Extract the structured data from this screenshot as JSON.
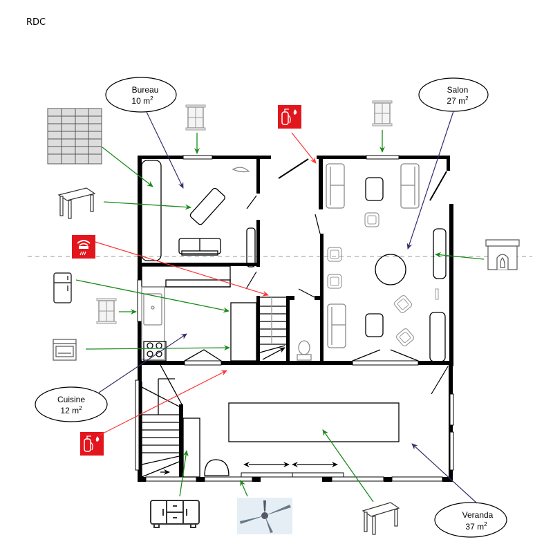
{
  "floor": {
    "title": "RDC"
  },
  "rooms": [
    {
      "id": "bureau",
      "name": "Bureau",
      "area": "10",
      "unit": "m",
      "exp": "2"
    },
    {
      "id": "salon",
      "name": "Salon",
      "area": "27",
      "unit": "m",
      "exp": "2"
    },
    {
      "id": "cuisine",
      "name": "Cuisine",
      "area": "12",
      "unit": "m",
      "exp": "2"
    },
    {
      "id": "veranda",
      "name": "Veranda",
      "area": "37",
      "unit": "m",
      "exp": "2"
    }
  ],
  "legend_items": [
    {
      "icon": "bookshelf-icon",
      "target": "bureau"
    },
    {
      "icon": "table-icon",
      "target": "bureau"
    },
    {
      "icon": "window-icon",
      "target": "bureau"
    },
    {
      "icon": "fire-extinguisher-icon",
      "target": "salon"
    },
    {
      "icon": "window-icon",
      "target": "salon"
    },
    {
      "icon": "fireplace-icon",
      "target": "salon"
    },
    {
      "icon": "smoke-detector-icon",
      "target": "stairs"
    },
    {
      "icon": "fridge-icon",
      "target": "cuisine"
    },
    {
      "icon": "window-icon",
      "target": "cuisine"
    },
    {
      "icon": "oven-icon",
      "target": "cuisine"
    },
    {
      "icon": "fire-extinguisher-icon",
      "target": "cuisine"
    },
    {
      "icon": "sideboard-icon",
      "target": "veranda"
    },
    {
      "icon": "ceiling-fan-icon",
      "target": "veranda"
    },
    {
      "icon": "table-icon",
      "target": "veranda"
    }
  ],
  "colors": {
    "equipment_arrow": "#1a8a1a",
    "safety_arrow": "#ff3333",
    "room_arrow": "#3a2a6a",
    "safety_sign": "#e3161d"
  }
}
